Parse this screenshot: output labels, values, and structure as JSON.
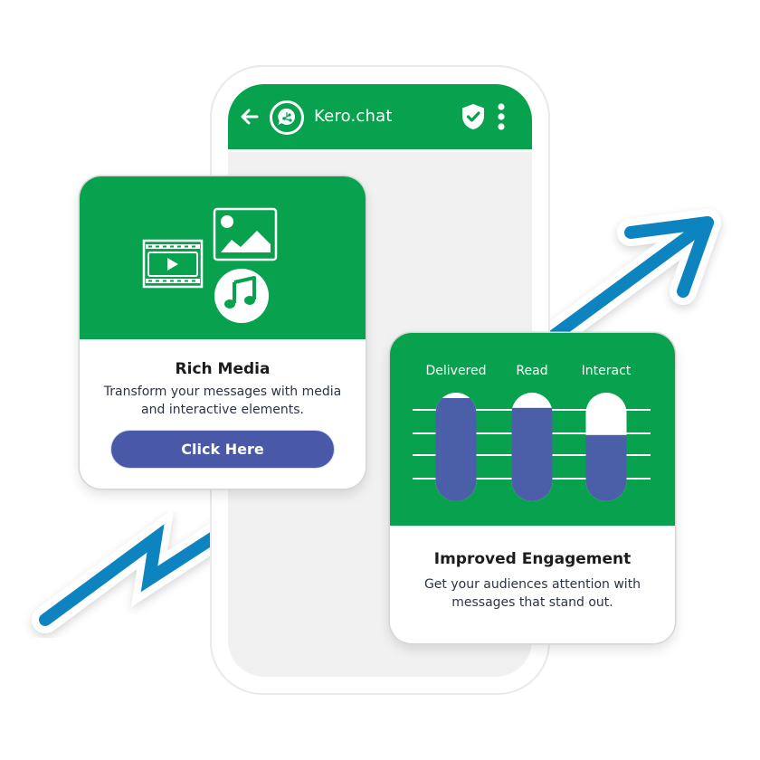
{
  "colors": {
    "brand_green": "#08a24e",
    "button_indigo": "#4959a8",
    "bar_fill": "#4a5fa8",
    "arrow_blue": "#0a84c0",
    "screen_bg": "#f1f1f1"
  },
  "app_bar": {
    "title": "Kero.chat",
    "icons": [
      "back-arrow-icon",
      "kero-chat-logo-icon",
      "verified-shield-icon",
      "more-vertical-icon"
    ]
  },
  "rich_media_card": {
    "icons": [
      "video-film-icon",
      "image-icon",
      "music-note-icon"
    ],
    "heading": "Rich Media",
    "description": "Transform your messages with media and interactive elements.",
    "button_label": "Click Here"
  },
  "engagement_card": {
    "heading": "Improved Engagement",
    "description": "Get your audiences attention with messages that stand out."
  },
  "chart_data": {
    "type": "bar",
    "title": "",
    "categories": [
      "Delivered",
      "Read",
      "Interact"
    ],
    "values": [
      0.95,
      0.86,
      0.61
    ],
    "ylim": [
      0,
      1
    ],
    "grid": true,
    "legend": "none",
    "xlabel": "",
    "ylabel": ""
  }
}
